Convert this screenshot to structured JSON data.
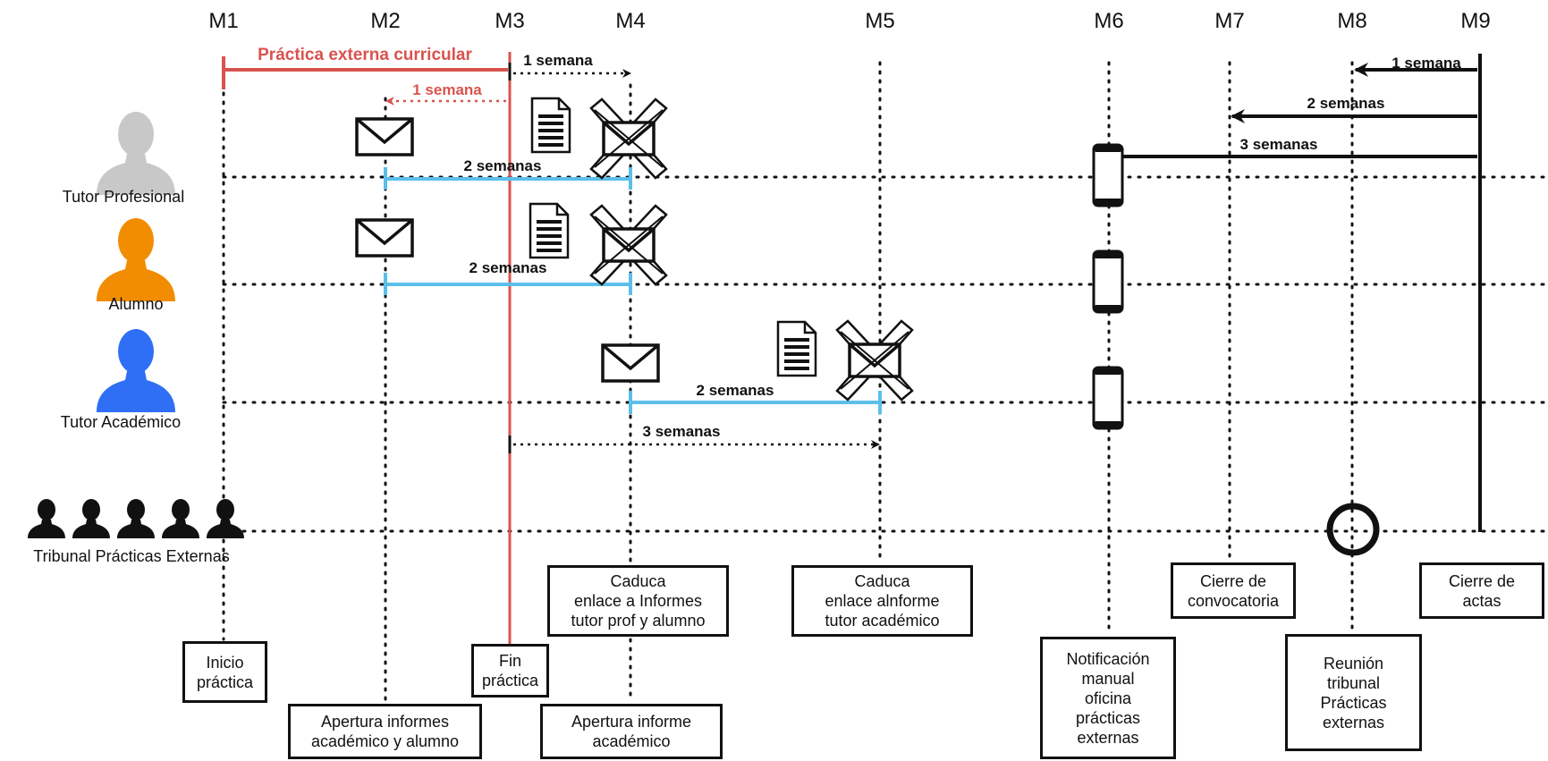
{
  "milestones": [
    "M1",
    "M2",
    "M3",
    "M4",
    "M5",
    "M6",
    "M7",
    "M8",
    "M9"
  ],
  "actors": {
    "tutor_profesional": "Tutor Profesional",
    "alumno": "Alumno",
    "tutor_academico": "Tutor Académico",
    "tribunal": "Tribunal Prácticas Externas"
  },
  "durations": {
    "practica": "Práctica externa curricular",
    "m3_m4": "1 semana",
    "m3_m2": "1 semana",
    "profesional": "2 semanas",
    "alumno": "2 semanas",
    "academico": "2 semanas",
    "m3_m5": "3 semanas",
    "m9_m8": "1 semana",
    "m9_m7": "2 semanas",
    "m9_m6": "3 semanas"
  },
  "boxes": {
    "inicio": [
      "Inicio",
      "práctica"
    ],
    "fin": [
      "Fin",
      "práctica"
    ],
    "apertura_alumno": [
      "Apertura informes",
      "académico y alumno"
    ],
    "apertura_academico": [
      "Apertura informe",
      "académico"
    ],
    "caduca_m4": [
      "Caduca",
      "enlace a Informes",
      "tutor prof y alumno"
    ],
    "caduca_m5": [
      "Caduca",
      "enlace alnforme",
      "tutor académico"
    ],
    "notificacion": [
      "Notificación",
      "manual",
      "oficina",
      "prácticas",
      "externas"
    ],
    "cierre_convocatoria": [
      "Cierre de",
      "convocatoria"
    ],
    "reunion": [
      "Reunión",
      "tribunal",
      "Prácticas",
      "externas"
    ],
    "cierre_actas": [
      "Cierre de",
      "actas"
    ]
  },
  "colors": {
    "red": "#d9534f",
    "blue": "#5bbfea",
    "gray_person": "#c8c8c8",
    "orange_person": "#f28c00",
    "blue_person": "#2f6ff5",
    "black": "#111111"
  },
  "icons": [
    "envelope-icon",
    "document-icon",
    "crossed-envelope-icon",
    "phone-icon",
    "person-icon",
    "meeting-circle-icon"
  ]
}
